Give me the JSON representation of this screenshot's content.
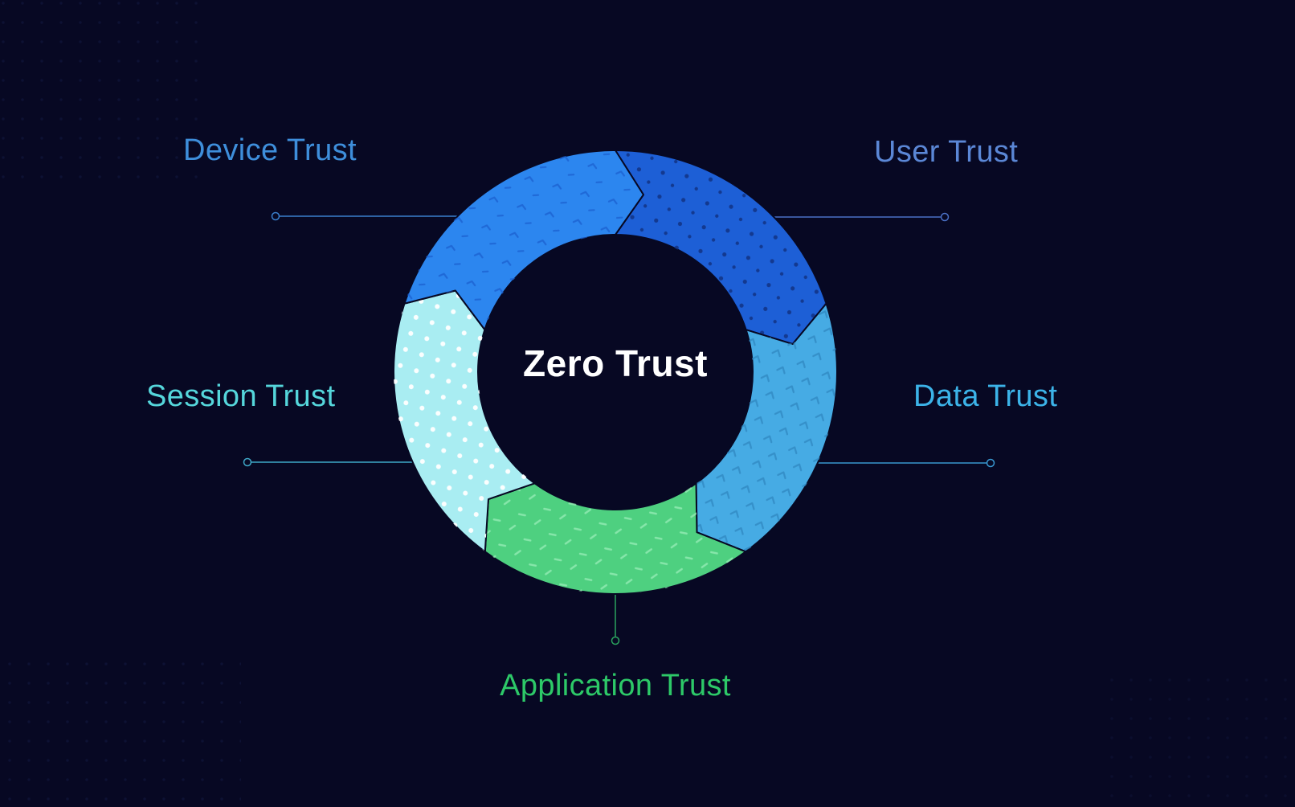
{
  "background_color": "#070823",
  "center": {
    "label": "Zero Trust",
    "color": "#ffffff"
  },
  "diagram": {
    "type": "cycle",
    "direction": "clockwise",
    "segments": [
      {
        "id": "user",
        "label": "User Trust",
        "color": "#1d5fd6",
        "pattern": "dots-dark",
        "label_color": "#5b87d6",
        "line_color": "#4a6fc4",
        "start_deg": 0,
        "end_deg": 72
      },
      {
        "id": "data",
        "label": "Data Trust",
        "color": "#46abe4",
        "pattern": "zigzag",
        "label_color": "#3cb3e8",
        "line_color": "#3898d0",
        "start_deg": 72,
        "end_deg": 144
      },
      {
        "id": "application",
        "label": "Application Trust",
        "color": "#4ed080",
        "pattern": "dash",
        "label_color": "#2dc968",
        "line_color": "#2aa35e",
        "start_deg": 144,
        "end_deg": 216
      },
      {
        "id": "session",
        "label": "Session Trust",
        "color": "#a9edf2",
        "pattern": "dots-white",
        "label_color": "#55d6db",
        "line_color": "#3fa8c8",
        "start_deg": 216,
        "end_deg": 288
      },
      {
        "id": "device",
        "label": "Device Trust",
        "color": "#2c86ef",
        "pattern": "confetti",
        "label_color": "#3e8edb",
        "line_color": "#3a7fcc",
        "start_deg": 288,
        "end_deg": 360
      }
    ]
  }
}
